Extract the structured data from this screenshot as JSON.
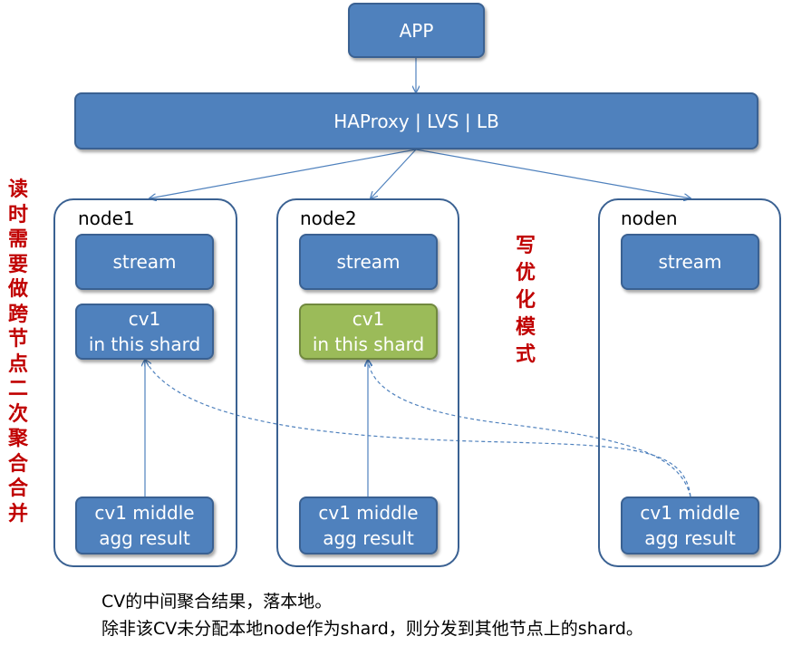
{
  "app": {
    "label": "APP"
  },
  "proxy": {
    "label": "HAProxy | LVS | LB"
  },
  "nodes": [
    {
      "label": "node1",
      "stream": "stream",
      "cv": [
        "cv1",
        "in this shard"
      ],
      "agg": [
        "cv1 middle",
        "agg result"
      ]
    },
    {
      "label": "node2",
      "stream": "stream",
      "cv": [
        "cv1",
        "in this shard"
      ],
      "agg": [
        "cv1 middle",
        "agg result"
      ]
    },
    {
      "label": "noden",
      "stream": "stream",
      "agg": [
        "cv1 middle",
        "agg result"
      ]
    }
  ],
  "annotations": {
    "read_note": "读时需要做跨节点二次聚合合并",
    "write_note": "写优化模式"
  },
  "caption": {
    "line1": "CV的中间聚合结果，落本地。",
    "line2": "除非该CV未分配本地node作为shard，则分发到其他节点上的shard。"
  },
  "colors": {
    "box_blue": "#4f81bd",
    "box_green": "#9bbb59",
    "annotation_red": "#c00000",
    "connector": "#4f81bd"
  }
}
